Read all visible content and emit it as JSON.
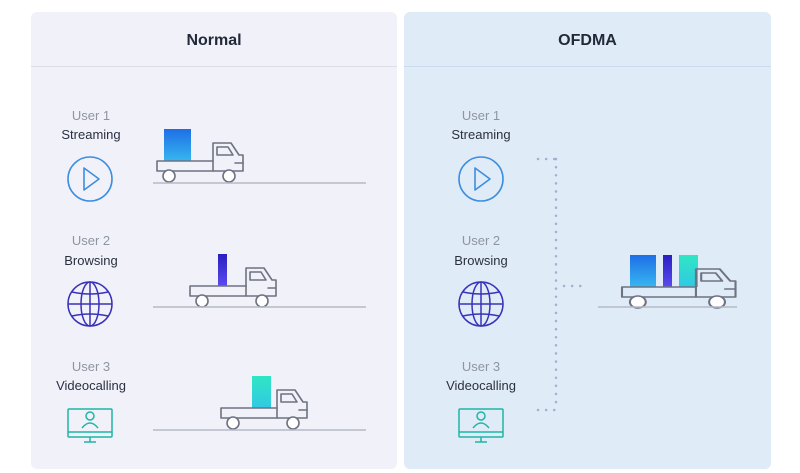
{
  "panels": {
    "normal": {
      "title": "Normal"
    },
    "ofdma": {
      "title": "OFDMA"
    }
  },
  "users": [
    {
      "label": "User 1",
      "activity": "Streaming",
      "icon": "play-icon"
    },
    {
      "label": "User 2",
      "activity": "Browsing",
      "icon": "globe-icon"
    },
    {
      "label": "User 3",
      "activity": "Videocalling",
      "icon": "monitor-user-icon"
    }
  ],
  "colors": {
    "streaming_cargo": "#1f78e8",
    "browsing_cargo": "#3b2bd4",
    "videocall_cargo": "#2fe3c8",
    "icon_blue": "#3d8ee0",
    "icon_indigo": "#3a32b8",
    "icon_teal": "#1fb5a5",
    "truck_stroke": "#6e7281",
    "road": "#b5b9c6",
    "dotted_path": "#9fb3cf"
  }
}
